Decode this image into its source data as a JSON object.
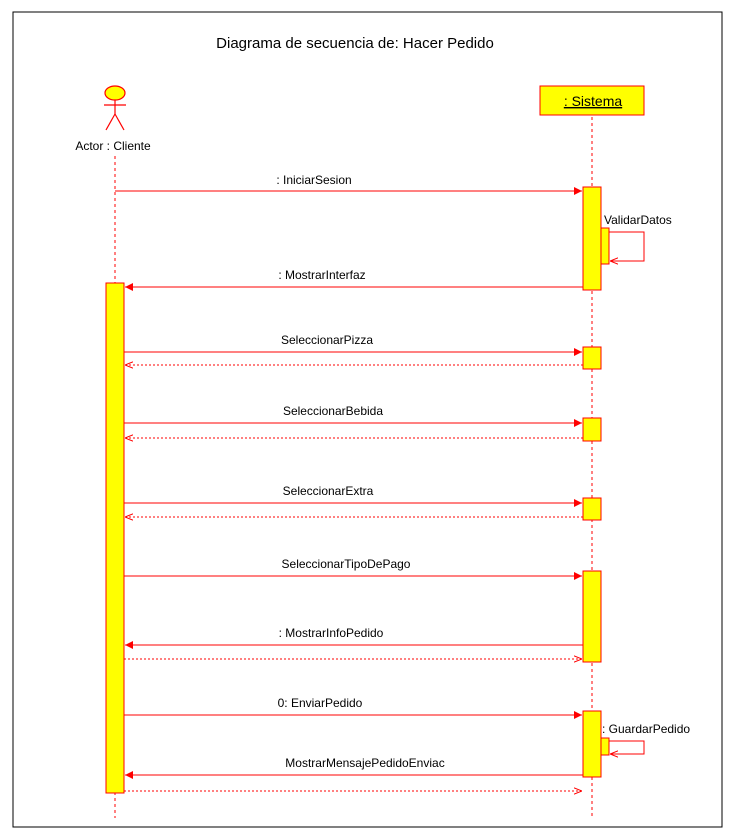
{
  "diagram": {
    "title": "Diagrama de secuencia de: Hacer Pedido",
    "actor": {
      "label": "Actor : Cliente"
    },
    "system": {
      "label": ": Sistema"
    },
    "messages": [
      {
        "id": "iniciar-sesion",
        "label": ": IniciarSesion"
      },
      {
        "id": "validar-datos",
        "label": "ValidarDatos"
      },
      {
        "id": "mostrar-interfaz",
        "label": ": MostrarInterfaz"
      },
      {
        "id": "seleccionar-pizza",
        "label": "SeleccionarPizza"
      },
      {
        "id": "seleccionar-bebida",
        "label": "SeleccionarBebida"
      },
      {
        "id": "seleccionar-extra",
        "label": "SeleccionarExtra"
      },
      {
        "id": "seleccionar-tipo-de-pago",
        "label": "SeleccionarTipoDePago"
      },
      {
        "id": "mostrar-info-pedido",
        "label": ": MostrarInfoPedido"
      },
      {
        "id": "enviar-pedido",
        "label": "0: EnviarPedido"
      },
      {
        "id": "guardar-pedido",
        "label": ": GuardarPedido"
      },
      {
        "id": "mostrar-mensaje-pedido-enviado",
        "label": "MostrarMensajePedidoEnviac"
      }
    ]
  },
  "colors": {
    "line": "#ff0000",
    "activation": "#ffff00",
    "border": "#000000"
  }
}
